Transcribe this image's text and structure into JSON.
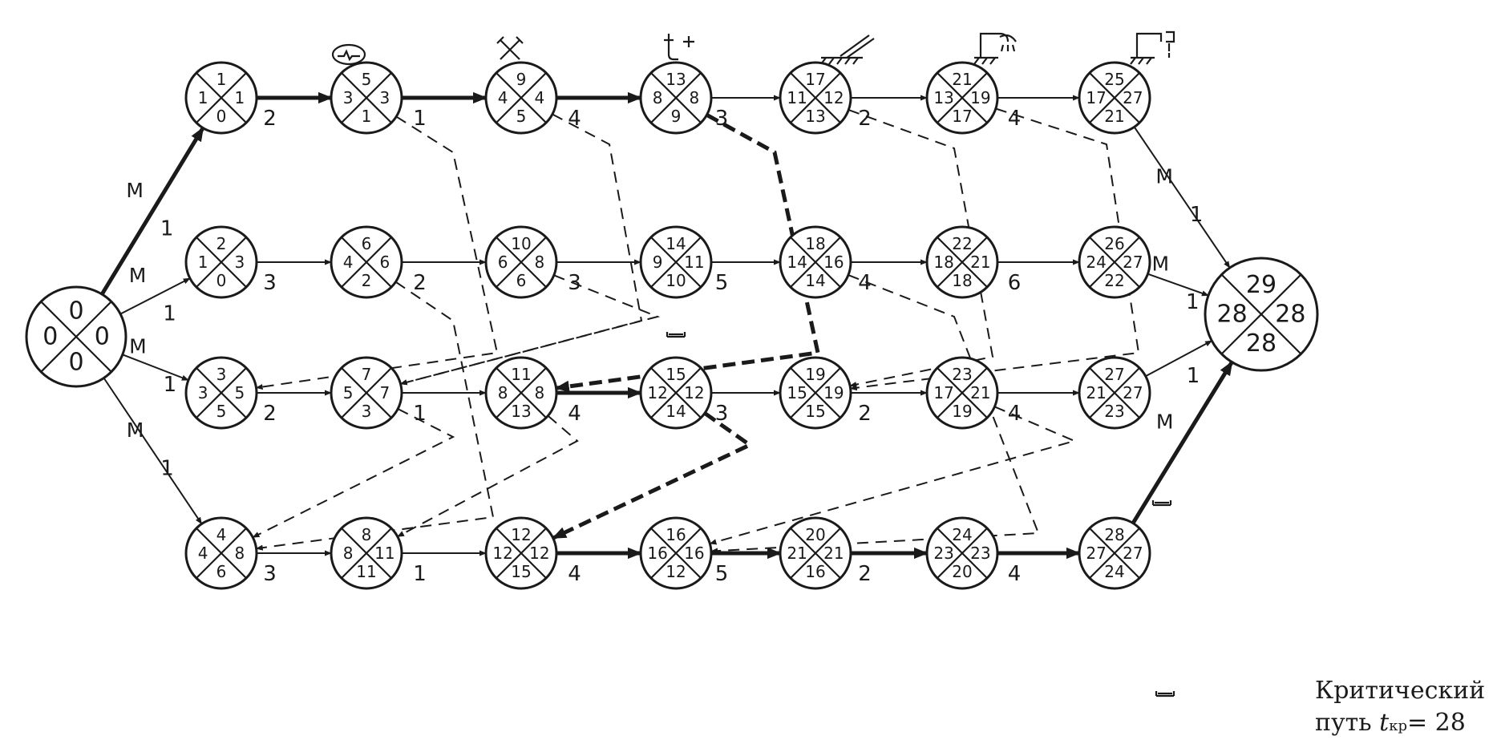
{
  "nodes": [
    {
      "id": "n0",
      "top": "0",
      "left": "0",
      "right": "0",
      "bottom": "0"
    },
    {
      "id": "a1",
      "top": "1",
      "left": "1",
      "right": "1",
      "bottom": "0"
    },
    {
      "id": "a2",
      "top": "5",
      "left": "3",
      "right": "3",
      "bottom": "1"
    },
    {
      "id": "a3",
      "top": "9",
      "left": "4",
      "right": "4",
      "bottom": "5"
    },
    {
      "id": "a4",
      "top": "13",
      "left": "8",
      "right": "8",
      "bottom": "9"
    },
    {
      "id": "a5",
      "top": "17",
      "left": "11",
      "right": "12",
      "bottom": "13"
    },
    {
      "id": "a6",
      "top": "21",
      "left": "13",
      "right": "19",
      "bottom": "17"
    },
    {
      "id": "a7",
      "top": "25",
      "left": "17",
      "right": "27",
      "bottom": "21"
    },
    {
      "id": "b1",
      "top": "2",
      "left": "1",
      "right": "3",
      "bottom": "0"
    },
    {
      "id": "b2",
      "top": "6",
      "left": "4",
      "right": "6",
      "bottom": "2"
    },
    {
      "id": "b3",
      "top": "10",
      "left": "6",
      "right": "8",
      "bottom": "6"
    },
    {
      "id": "b4",
      "top": "14",
      "left": "9",
      "right": "11",
      "bottom": "10"
    },
    {
      "id": "b5",
      "top": "18",
      "left": "14",
      "right": "16",
      "bottom": "14"
    },
    {
      "id": "b6",
      "top": "22",
      "left": "18",
      "right": "21",
      "bottom": "18"
    },
    {
      "id": "b7",
      "top": "26",
      "left": "24",
      "right": "27",
      "bottom": "22"
    },
    {
      "id": "c1",
      "top": "3",
      "left": "3",
      "right": "5",
      "bottom": "5"
    },
    {
      "id": "c2",
      "top": "7",
      "left": "5",
      "right": "7",
      "bottom": "3"
    },
    {
      "id": "c3",
      "top": "11",
      "left": "8",
      "right": "8",
      "bottom": "13"
    },
    {
      "id": "c4",
      "top": "15",
      "left": "12",
      "right": "12",
      "bottom": "14"
    },
    {
      "id": "c5",
      "top": "19",
      "left": "15",
      "right": "19",
      "bottom": "15"
    },
    {
      "id": "c6",
      "top": "23",
      "left": "17",
      "right": "21",
      "bottom": "19"
    },
    {
      "id": "c7",
      "top": "27",
      "left": "21",
      "right": "27",
      "bottom": "23"
    },
    {
      "id": "d1",
      "top": "4",
      "left": "4",
      "right": "8",
      "bottom": "6"
    },
    {
      "id": "d2",
      "top": "8",
      "left": "8",
      "right": "11",
      "bottom": "11"
    },
    {
      "id": "d3",
      "top": "12",
      "left": "12",
      "right": "12",
      "bottom": "15"
    },
    {
      "id": "d4",
      "top": "16",
      "left": "16",
      "right": "16",
      "bottom": "12"
    },
    {
      "id": "d5",
      "top": "20",
      "left": "21",
      "right": "21",
      "bottom": "16"
    },
    {
      "id": "d6",
      "top": "24",
      "left": "23",
      "right": "23",
      "bottom": "20"
    },
    {
      "id": "d7",
      "top": "28",
      "left": "27",
      "right": "27",
      "bottom": "24"
    },
    {
      "id": "end",
      "top": "29",
      "left": "28",
      "right": "28",
      "bottom": "28"
    }
  ],
  "edges": [
    {
      "from": "n0",
      "to": "a1",
      "label": "1",
      "resource": "М",
      "critical": true
    },
    {
      "from": "n0",
      "to": "b1",
      "label": "1",
      "resource": "М",
      "critical": false
    },
    {
      "from": "n0",
      "to": "c1",
      "label": "1",
      "resource": "М",
      "critical": false
    },
    {
      "from": "n0",
      "to": "d1",
      "label": "1",
      "resource": "М",
      "critical": false
    },
    {
      "from": "a1",
      "to": "a2",
      "label": "2",
      "critical": true
    },
    {
      "from": "a2",
      "to": "a3",
      "label": "1",
      "critical": true
    },
    {
      "from": "a3",
      "to": "a4",
      "label": "4",
      "critical": true
    },
    {
      "from": "a4",
      "to": "a5",
      "label": "3",
      "critical": false
    },
    {
      "from": "a5",
      "to": "a6",
      "label": "2",
      "critical": false
    },
    {
      "from": "a6",
      "to": "a7",
      "label": "4",
      "critical": false
    },
    {
      "from": "a7",
      "to": "end",
      "label": "1",
      "resource": "М",
      "critical": false
    },
    {
      "from": "b1",
      "to": "b2",
      "label": "3",
      "critical": false
    },
    {
      "from": "b2",
      "to": "b3",
      "label": "2",
      "critical": false
    },
    {
      "from": "b3",
      "to": "b4",
      "label": "3",
      "critical": false
    },
    {
      "from": "b4",
      "to": "b5",
      "label": "5",
      "critical": false
    },
    {
      "from": "b5",
      "to": "b6",
      "label": "4",
      "critical": false
    },
    {
      "from": "b6",
      "to": "b7",
      "label": "6",
      "critical": false
    },
    {
      "from": "b7",
      "to": "end",
      "label": "1",
      "resource": "М",
      "critical": false
    },
    {
      "from": "c1",
      "to": "c2",
      "label": "2",
      "critical": false
    },
    {
      "from": "c2",
      "to": "c3",
      "label": "1",
      "critical": false
    },
    {
      "from": "c3",
      "to": "c4",
      "label": "4",
      "critical": true
    },
    {
      "from": "c4",
      "to": "c5",
      "label": "3",
      "critical": false
    },
    {
      "from": "c5",
      "to": "c6",
      "label": "2",
      "critical": false
    },
    {
      "from": "c6",
      "to": "c7",
      "label": "4",
      "critical": false
    },
    {
      "from": "c7",
      "to": "end",
      "label": "1",
      "critical": false
    },
    {
      "from": "d1",
      "to": "d2",
      "label": "3",
      "critical": false
    },
    {
      "from": "d2",
      "to": "d3",
      "label": "1",
      "critical": false
    },
    {
      "from": "d3",
      "to": "d4",
      "label": "4",
      "critical": true
    },
    {
      "from": "d4",
      "to": "d5",
      "label": "5",
      "critical": true
    },
    {
      "from": "d5",
      "to": "d6",
      "label": "2",
      "critical": true
    },
    {
      "from": "d6",
      "to": "d7",
      "label": "4",
      "critical": true
    },
    {
      "from": "d7",
      "to": "end",
      "label": "",
      "resource": "М",
      "critical": true
    }
  ],
  "dependencies": [
    {
      "from": "a2",
      "to": "c1",
      "critical": false
    },
    {
      "from": "a3",
      "to": "c2",
      "critical": false
    },
    {
      "from": "a4",
      "to": "c3",
      "critical": true
    },
    {
      "from": "a5",
      "to": "c5",
      "critical": false
    },
    {
      "from": "a6",
      "to": "c5",
      "critical": false
    },
    {
      "from": "b2",
      "to": "d1",
      "critical": false
    },
    {
      "from": "b3",
      "to": "c2",
      "critical": false
    },
    {
      "from": "b5",
      "to": "d4",
      "critical": false
    },
    {
      "from": "c2",
      "to": "d1",
      "critical": false
    },
    {
      "from": "c3",
      "to": "d2",
      "critical": false
    },
    {
      "from": "c4",
      "to": "d3",
      "critical": true
    },
    {
      "from": "c6",
      "to": "d4",
      "critical": false
    }
  ],
  "icons": [
    "pipe-icon",
    "hammer-pick-icon",
    "temperature-icon",
    "formwork-icon",
    "shower-icon",
    "faucet-icon"
  ],
  "caption": {
    "line1": "Критический",
    "line2_prefix": "путь",
    "t": "t",
    "sub": "кр",
    "line2_suffix": "= 28"
  }
}
